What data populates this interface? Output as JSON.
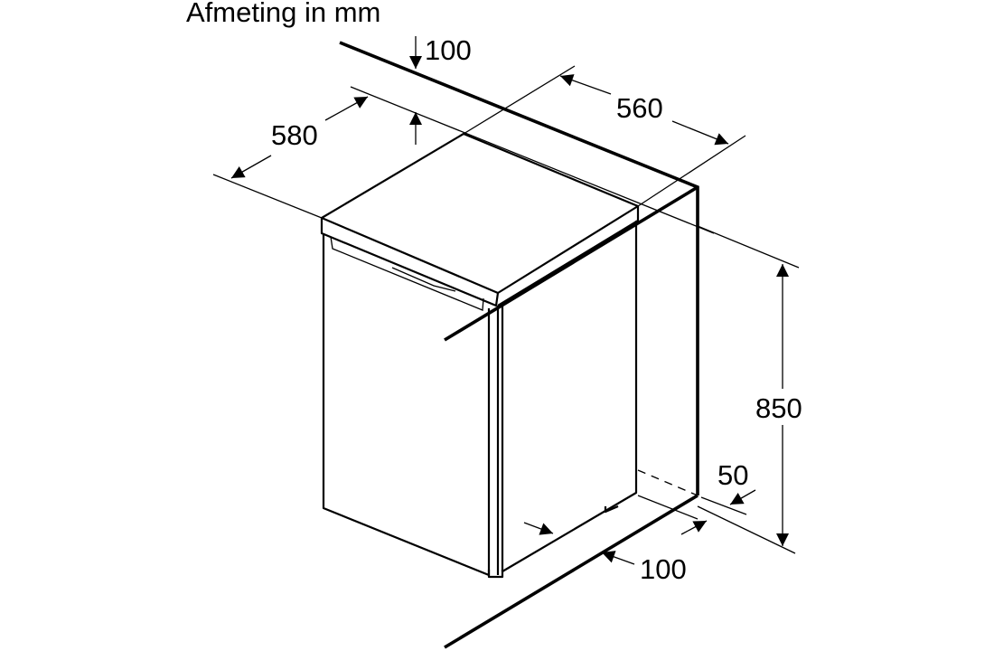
{
  "title": "Afmeting in mm",
  "dimensions": {
    "top_clearance": "100",
    "depth": "580",
    "width": "560",
    "height": "850",
    "rear_gap": "50",
    "side_clearance": "100"
  },
  "colors": {
    "line": "#000000",
    "background": "#ffffff"
  }
}
